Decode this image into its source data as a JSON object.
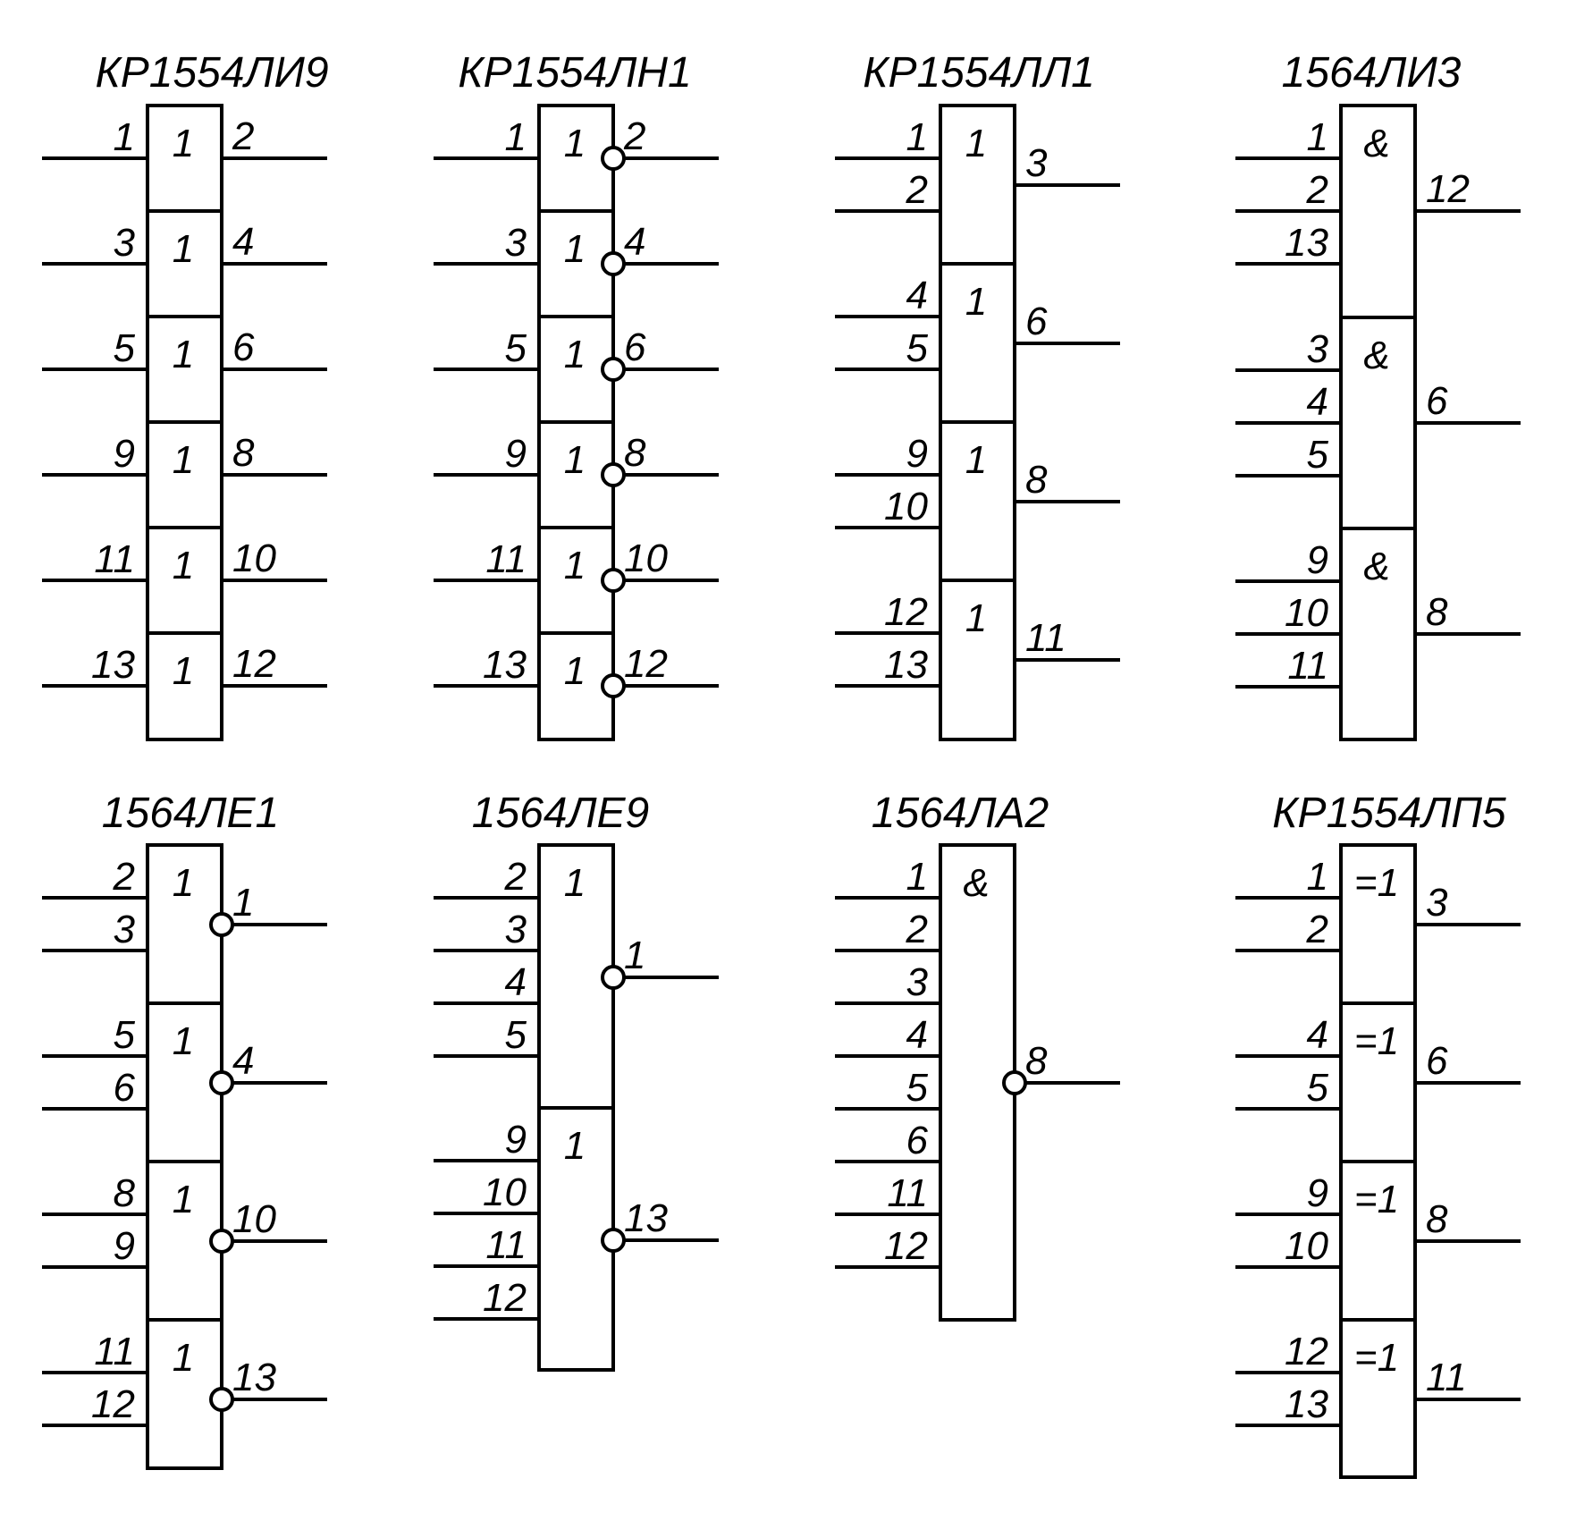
{
  "chips": [
    {
      "id": "kr1554li9",
      "title": "КР1554ЛИ9",
      "units": [
        {
          "symbol": "1",
          "inputs": [
            "1"
          ],
          "output": "2",
          "inverted": false
        },
        {
          "symbol": "1",
          "inputs": [
            "3"
          ],
          "output": "4",
          "inverted": false
        },
        {
          "symbol": "1",
          "inputs": [
            "5"
          ],
          "output": "6",
          "inverted": false
        },
        {
          "symbol": "1",
          "inputs": [
            "9"
          ],
          "output": "8",
          "inverted": false
        },
        {
          "symbol": "1",
          "inputs": [
            "11"
          ],
          "output": "10",
          "inverted": false
        },
        {
          "symbol": "1",
          "inputs": [
            "13"
          ],
          "output": "12",
          "inverted": false
        }
      ]
    },
    {
      "id": "kr1554ln1",
      "title": "КР1554ЛН1",
      "units": [
        {
          "symbol": "1",
          "inputs": [
            "1"
          ],
          "output": "2",
          "inverted": true
        },
        {
          "symbol": "1",
          "inputs": [
            "3"
          ],
          "output": "4",
          "inverted": true
        },
        {
          "symbol": "1",
          "inputs": [
            "5"
          ],
          "output": "6",
          "inverted": true
        },
        {
          "symbol": "1",
          "inputs": [
            "9"
          ],
          "output": "8",
          "inverted": true
        },
        {
          "symbol": "1",
          "inputs": [
            "11"
          ],
          "output": "10",
          "inverted": true
        },
        {
          "symbol": "1",
          "inputs": [
            "13"
          ],
          "output": "12",
          "inverted": true
        }
      ]
    },
    {
      "id": "kr1554ll1",
      "title": "КР1554ЛЛ1",
      "units": [
        {
          "symbol": "1",
          "inputs": [
            "1",
            "2"
          ],
          "output": "3",
          "inverted": false
        },
        {
          "symbol": "1",
          "inputs": [
            "4",
            "5"
          ],
          "output": "6",
          "inverted": false
        },
        {
          "symbol": "1",
          "inputs": [
            "9",
            "10"
          ],
          "output": "8",
          "inverted": false
        },
        {
          "symbol": "1",
          "inputs": [
            "12",
            "13"
          ],
          "output": "11",
          "inverted": false
        }
      ]
    },
    {
      "id": "1564li3",
      "title": "1564ЛИ3",
      "units": [
        {
          "symbol": "&",
          "inputs": [
            "1",
            "2",
            "13"
          ],
          "output": "12",
          "inverted": false
        },
        {
          "symbol": "&",
          "inputs": [
            "3",
            "4",
            "5"
          ],
          "output": "6",
          "inverted": false
        },
        {
          "symbol": "&",
          "inputs": [
            "9",
            "10",
            "11"
          ],
          "output": "8",
          "inverted": false
        }
      ]
    },
    {
      "id": "1564le1",
      "title": "1564ЛЕ1",
      "units": [
        {
          "symbol": "1",
          "inputs": [
            "2",
            "3"
          ],
          "output": "1",
          "inverted": true
        },
        {
          "symbol": "1",
          "inputs": [
            "5",
            "6"
          ],
          "output": "4",
          "inverted": true
        },
        {
          "symbol": "1",
          "inputs": [
            "8",
            "9"
          ],
          "output": "10",
          "inverted": true
        },
        {
          "symbol": "1",
          "inputs": [
            "11",
            "12"
          ],
          "output": "13",
          "inverted": true
        }
      ]
    },
    {
      "id": "1564le9",
      "title": "1564ЛЕ9",
      "units": [
        {
          "symbol": "1",
          "inputs": [
            "2",
            "3",
            "4",
            "5"
          ],
          "output": "1",
          "inverted": true
        },
        {
          "symbol": "1",
          "inputs": [
            "9",
            "10",
            "11",
            "12"
          ],
          "output": "13",
          "inverted": true
        }
      ]
    },
    {
      "id": "1564la2",
      "title": "1564ЛА2",
      "units": [
        {
          "symbol": "&",
          "inputs": [
            "1",
            "2",
            "3",
            "4",
            "5",
            "6",
            "11",
            "12"
          ],
          "output": "8",
          "inverted": true
        }
      ]
    },
    {
      "id": "kr1554lp5",
      "title": "КР1554ЛП5",
      "units": [
        {
          "symbol": "=1",
          "inputs": [
            "1",
            "2"
          ],
          "output": "3",
          "inverted": false
        },
        {
          "symbol": "=1",
          "inputs": [
            "4",
            "5"
          ],
          "output": "6",
          "inverted": false
        },
        {
          "symbol": "=1",
          "inputs": [
            "9",
            "10"
          ],
          "output": "8",
          "inverted": false
        },
        {
          "symbol": "=1",
          "inputs": [
            "12",
            "13"
          ],
          "output": "11",
          "inverted": false
        }
      ]
    }
  ]
}
